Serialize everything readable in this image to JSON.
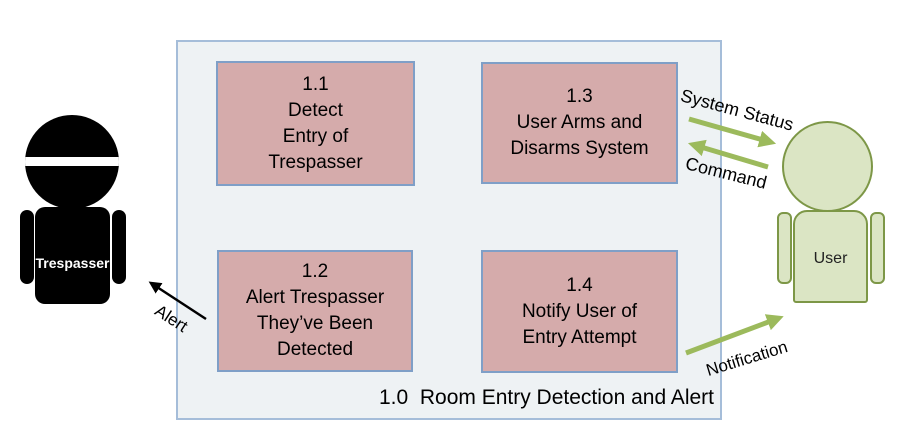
{
  "system": {
    "title": "1.0  Room Entry Detection and Alert"
  },
  "entities": {
    "trespasser": {
      "label": "Trespasser"
    },
    "user": {
      "label": "User"
    }
  },
  "processes": [
    {
      "id": "1.1",
      "lines": [
        "1.1",
        "Detect",
        "Entry of",
        "Trespasser"
      ]
    },
    {
      "id": "1.3",
      "lines": [
        "1.3",
        "User Arms and",
        "Disarms System"
      ]
    },
    {
      "id": "1.2",
      "lines": [
        "1.2",
        "Alert Trespasser",
        "They’ve Been",
        "Detected"
      ]
    },
    {
      "id": "1.4",
      "lines": [
        "1.4",
        "Notify User of",
        "Entry Attempt"
      ]
    }
  ],
  "flows": [
    {
      "label": "System Status",
      "from": "1.3",
      "to": "User",
      "color": "#9cba5c"
    },
    {
      "label": "Command",
      "from": "User",
      "to": "1.3",
      "color": "#9cba5c"
    },
    {
      "label": "Alert",
      "from": "1.2",
      "to": "Trespasser",
      "color": "#000000"
    },
    {
      "label": "Notification",
      "from": "1.4",
      "to": "User",
      "color": "#9cba5c"
    }
  ],
  "colors": {
    "boundary_fill": "#eef2f4",
    "boundary_border": "#a5bdd9",
    "process_fill": "#d5abab",
    "process_border": "#7f9fc7",
    "flow_green": "#9cba5c",
    "flow_black": "#000000",
    "user_fill": "#dbe5c4",
    "user_border": "#7d9747",
    "trespasser_fill": "#000000"
  }
}
